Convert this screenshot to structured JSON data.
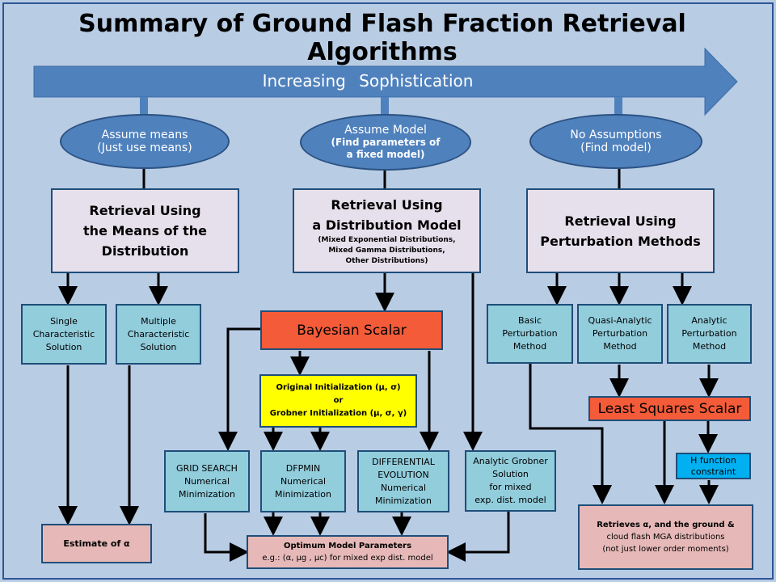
{
  "title": "Summary of Ground Flash Fraction Retrieval Algorithms",
  "arrow": {
    "label": "Increasing  Sophistication"
  },
  "categories": [
    {
      "line1": "Assume means",
      "line2": "(Just use means)"
    },
    {
      "line1": "Assume Model",
      "sub": [
        "(Find parameters of",
        "a fixed model)"
      ]
    },
    {
      "line1": "No Assumptions",
      "line2": "(Find model)"
    }
  ],
  "retrieval_means": [
    "Retrieval Using",
    "the Means of the",
    "Distribution"
  ],
  "retrieval_distribution": {
    "lines": [
      "Retrieval Using",
      "a Distribution  Model"
    ],
    "sub": [
      "(Mixed Exponential Distributions,",
      "Mixed Gamma  Distributions,",
      "Other Distributions)"
    ]
  },
  "retrieval_perturbation": [
    "Retrieval Using",
    "Perturbation Methods"
  ],
  "single_solution": [
    "Single",
    "Characteristic",
    "Solution"
  ],
  "multiple_solution": [
    "Multiple",
    "Characteristic",
    "Solution"
  ],
  "bayesian_scalar": "Bayesian Scalar",
  "initialization": {
    "original": "Original Initialization  (μ, σ)",
    "or": "or",
    "grobner": "Grobner Initialization  (μ, σ, γ)"
  },
  "grid_search": [
    "GRID SEARCH",
    "Numerical",
    "Minimization"
  ],
  "dfpmin": [
    "DFPMIN",
    "Numerical",
    "Minimization"
  ],
  "differential_evolution": [
    "DIFFERENTIAL",
    "EVOLUTION",
    "Numerical",
    "Minimization"
  ],
  "analytic_grobner": [
    "Analytic Grobner",
    "Solution",
    "for mixed",
    "exp. dist. model"
  ],
  "basic_perturbation": [
    "Basic",
    "Perturbation",
    "Method"
  ],
  "quasi_analytic": [
    "Quasi-Analytic",
    "Perturbation",
    "Method"
  ],
  "analytic_perturbation": [
    "Analytic",
    "Perturbation",
    "Method"
  ],
  "least_squares": "Least Squares Scalar",
  "h_function": [
    "H function",
    "constraint"
  ],
  "estimate": "Estimate of  α",
  "optimum": {
    "title": "Optimum  Model  Parameters",
    "eg": "e.g.: (α, μg , μc) for mixed exp dist. model"
  },
  "retrieves": [
    "Retrieves α, and the ground &",
    "cloud flash MGA distributions",
    "(not just lower order moments)"
  ],
  "colors": {
    "background": "#b8cce4",
    "arrow": "#4f81bd",
    "ellipse": "#4f81bd",
    "lavender_box": "#e6e0ec",
    "teal_box": "#92cddc",
    "red_box": "#f45b39",
    "yellow_box": "#ffff00",
    "pink_box": "#e6b9b8",
    "blue_box": "#00b0f0"
  }
}
